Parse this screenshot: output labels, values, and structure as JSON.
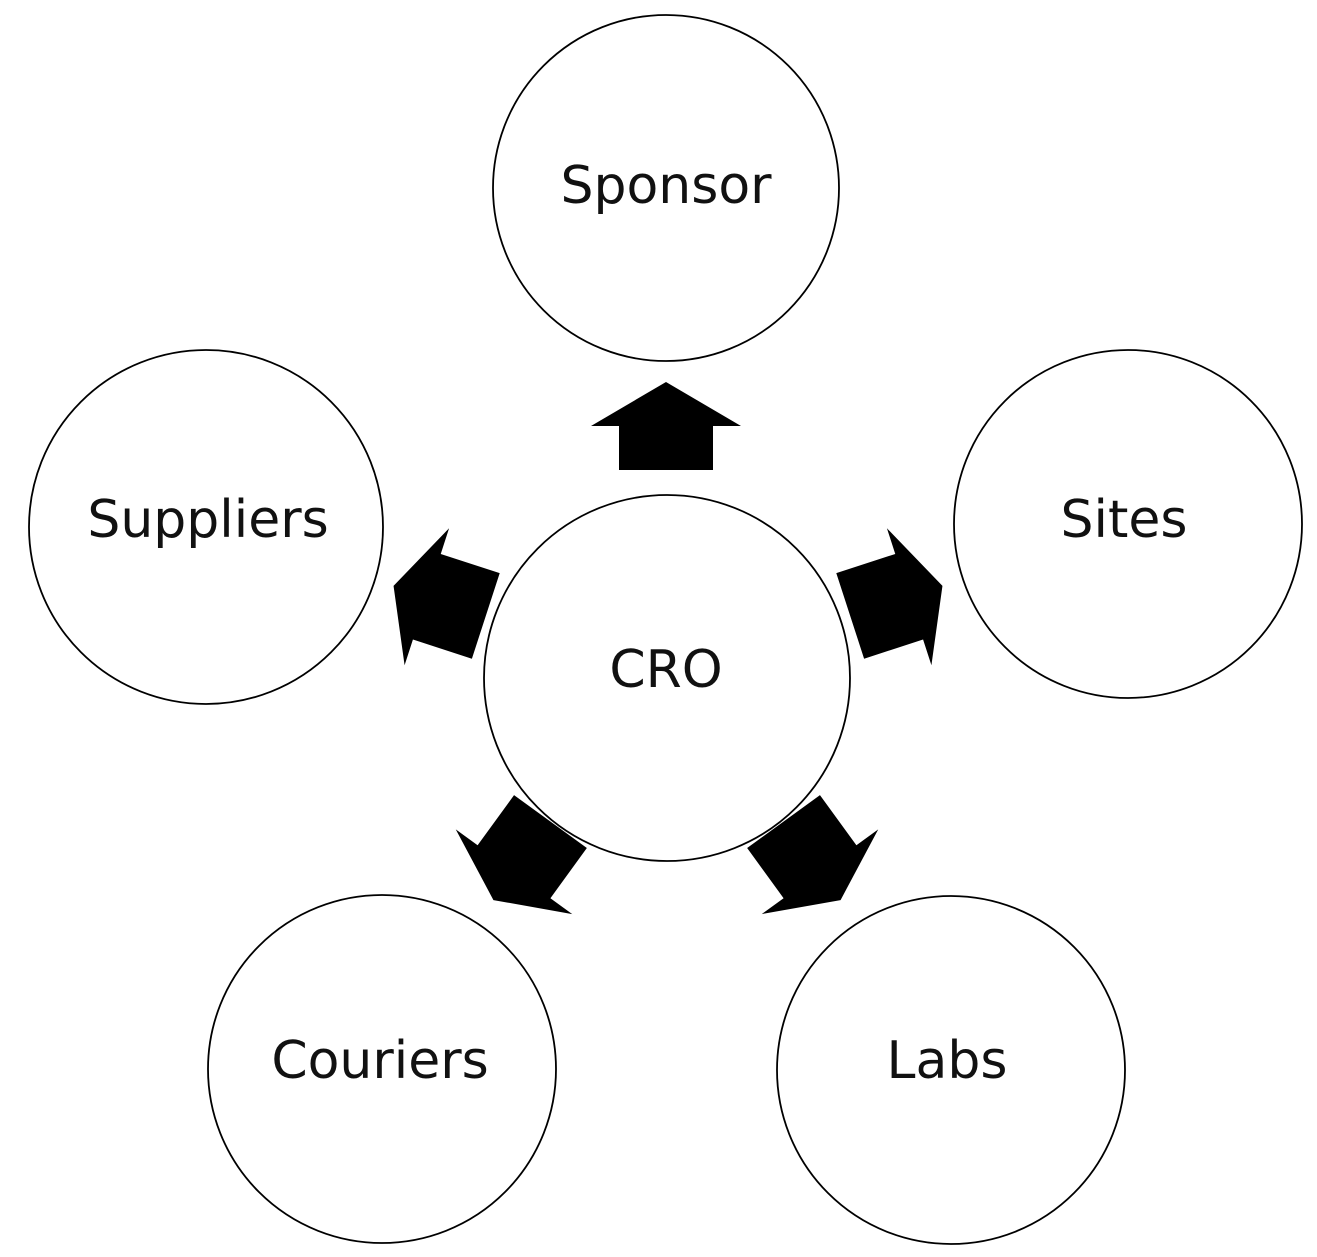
{
  "diagram": {
    "center": {
      "label": "CRO"
    },
    "nodes": [
      {
        "id": "sponsor",
        "label": "Sponsor"
      },
      {
        "id": "sites",
        "label": "Sites"
      },
      {
        "id": "labs",
        "label": "Labs"
      },
      {
        "id": "couriers",
        "label": "Couriers"
      },
      {
        "id": "suppliers",
        "label": "Suppliers"
      }
    ],
    "edges": [
      {
        "from": "CRO",
        "to": "Sponsor"
      },
      {
        "from": "CRO",
        "to": "Sites"
      },
      {
        "from": "CRO",
        "to": "Labs"
      },
      {
        "from": "CRO",
        "to": "Couriers"
      },
      {
        "from": "CRO",
        "to": "Suppliers"
      }
    ],
    "colors": {
      "circle_fill": "#ffffff",
      "circle_stroke": "#000000",
      "arrow_fill": "#000000",
      "text": "#111111"
    }
  }
}
